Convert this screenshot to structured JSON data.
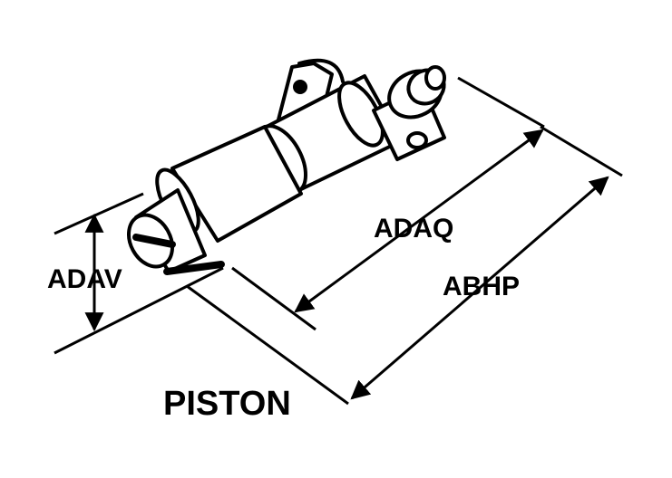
{
  "diagram": {
    "title": "PISTON",
    "dimensions": {
      "adav": "ADAV",
      "adaq": "ADAQ",
      "abhp": "ABHP"
    }
  },
  "colors": {
    "ink": "#000000",
    "paper": "#ffffff"
  }
}
